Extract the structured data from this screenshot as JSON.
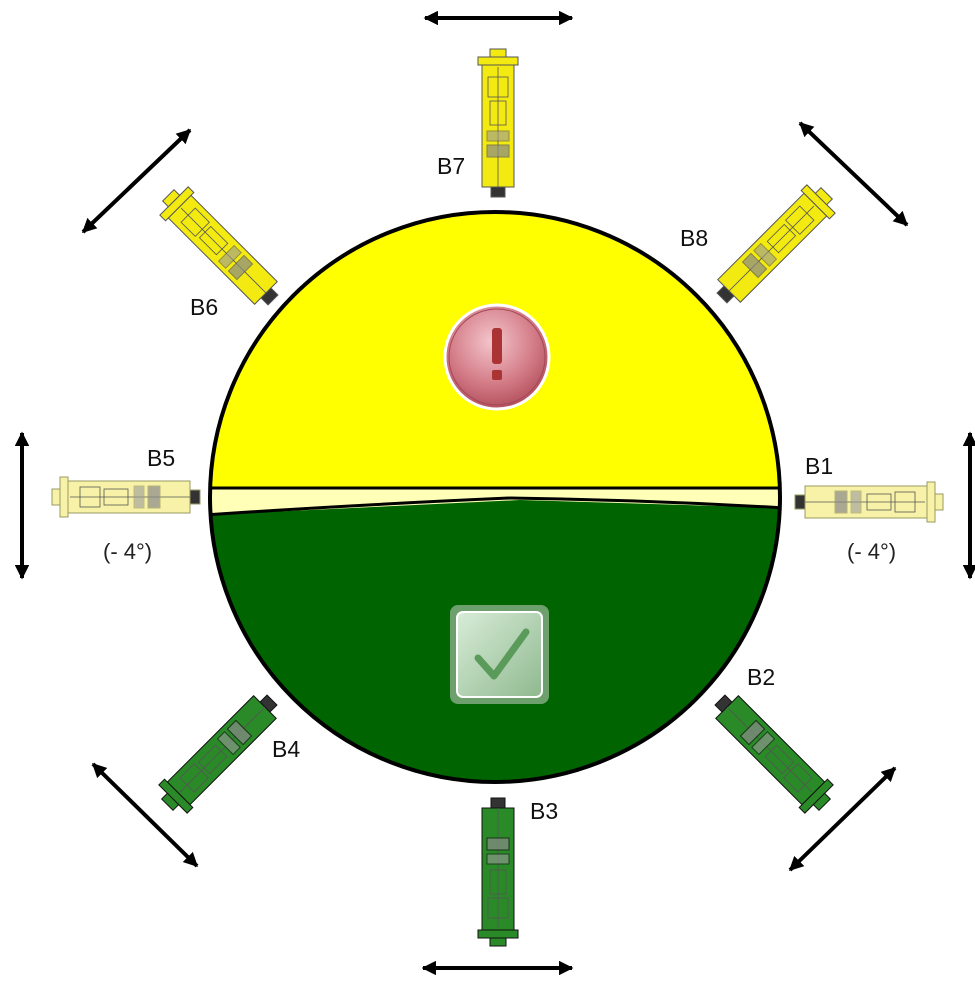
{
  "positions": [
    {
      "id": "B1",
      "label": "B1",
      "angle_note": "(- 4°)",
      "status": "warning"
    },
    {
      "id": "B2",
      "label": "B2",
      "angle_note": "",
      "status": "ok"
    },
    {
      "id": "B3",
      "label": "B3",
      "angle_note": "",
      "status": "ok"
    },
    {
      "id": "B4",
      "label": "B4",
      "angle_note": "",
      "status": "ok"
    },
    {
      "id": "B5",
      "label": "B5",
      "angle_note": "(- 4°)",
      "status": "warning"
    },
    {
      "id": "B6",
      "label": "B6",
      "angle_note": "",
      "status": "warning"
    },
    {
      "id": "B7",
      "label": "B7",
      "angle_note": "",
      "status": "warning"
    },
    {
      "id": "B8",
      "label": "B8",
      "angle_note": "",
      "status": "warning"
    }
  ],
  "icons": {
    "upper": "exclamation-icon",
    "lower": "checkmark-icon"
  },
  "colors": {
    "warning_zone": "#ffff00",
    "ok_zone": "#006400",
    "warning_device": "#f2ea10",
    "faded_device": "#f7f2a8",
    "ok_device": "#2a8a28",
    "outline": "#000000",
    "alert_icon": "#c9707a",
    "check_icon": "#7fae7f"
  }
}
